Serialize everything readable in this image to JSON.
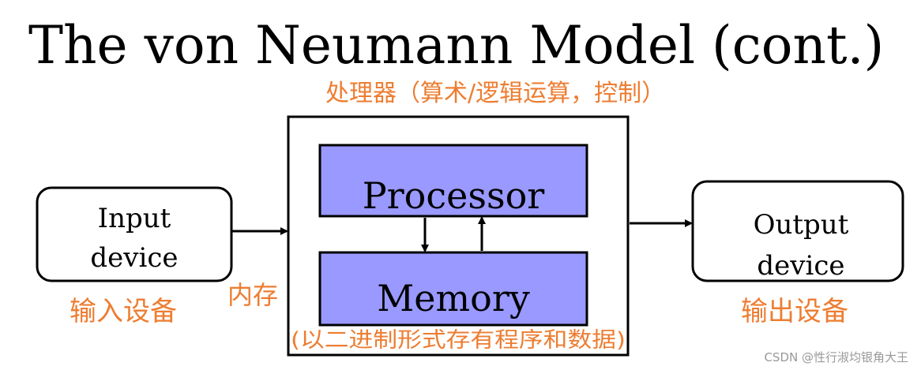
{
  "title": "The von Neumann Model (cont.)",
  "processor_unit_label": "处理器（算术/逻辑运算，控制）",
  "input": {
    "line1": "Input",
    "line2": "device",
    "label_cn": "输入设备"
  },
  "output": {
    "line1": "Output",
    "line2": "device",
    "label_cn": "输出设备"
  },
  "processor_label": "Processor",
  "memory_label": "Memory",
  "memory_cn": "内存",
  "memory_desc_cn": "(以二进制形式存有程序和数据)",
  "watermark": "CSDN @性行淑均银角大王",
  "colors": {
    "annotation": "#ED7D31",
    "block_fill": "#9999FF",
    "stroke": "#000000",
    "watermark": "#999999"
  }
}
